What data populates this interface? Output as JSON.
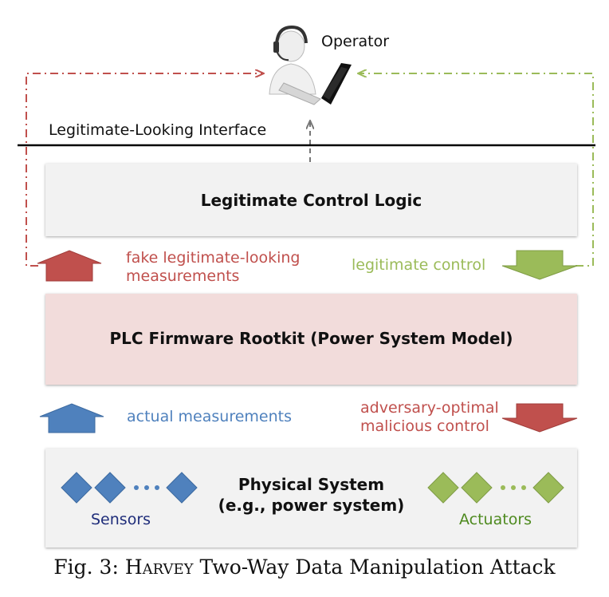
{
  "operator": {
    "label": "Operator"
  },
  "interface_label": "Legitimate-Looking Interface",
  "layers": {
    "control_logic": "Legitimate Control Logic",
    "rootkit": "PLC Firmware Rootkit (Power System Model)",
    "physical_line1": "Physical System",
    "physical_line2": "(e.g., power system)"
  },
  "flows": {
    "fake_measurements_line1": "fake legitimate-looking",
    "fake_measurements_line2": "measurements",
    "legit_control": "legitimate control",
    "actual_measurements": "actual measurements",
    "malicious_control_line1": "adversary-optimal",
    "malicious_control_line2": "malicious control"
  },
  "devices": {
    "sensors": "Sensors",
    "actuators": "Actuators"
  },
  "caption": {
    "prefix": "Fig. 3: ",
    "name": "Harvey",
    "suffix": " Two-Way Data Manipulation Attack"
  },
  "colors": {
    "red": "#c0504d",
    "green": "#9bbb59",
    "blue": "#4f81bd",
    "navy": "#1f2d7a",
    "dark_green": "#4e8a1f",
    "box_grey": "#f2f2f2",
    "box_pink": "#f2dcdb"
  },
  "icons": {
    "operator": "operator-with-headset-laptop-icon",
    "sensor": "blue-diamond-icon",
    "actuator": "green-diamond-icon"
  }
}
